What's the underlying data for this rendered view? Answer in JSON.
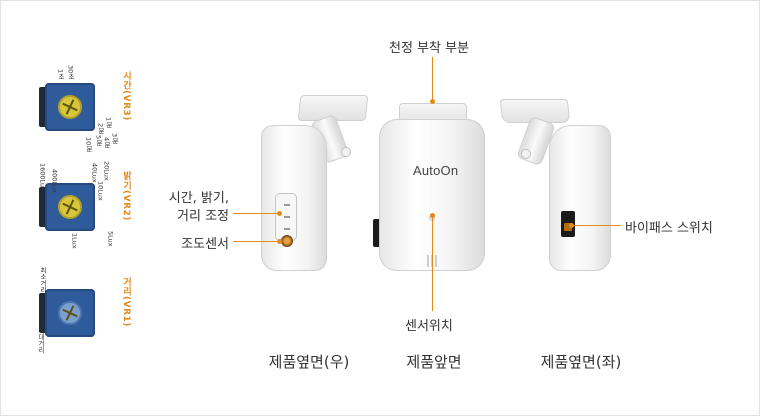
{
  "dials": [
    {
      "title": "시간(VR3)",
      "ticks": [
        "1초",
        "30초",
        "1분",
        "2분",
        "3분",
        "4분",
        "5분",
        "10분"
      ]
    },
    {
      "title": "밝기(VR2)",
      "ticks": [
        "1600Lux",
        "400Lux",
        "40Lux",
        "20Lux",
        "10Lux",
        "5Lux",
        "1Lux"
      ]
    },
    {
      "title": "거리(VR1)",
      "ticks": [
        "최소거리",
        "최대거리"
      ]
    }
  ],
  "devices": {
    "front": {
      "logo": "AutoOn"
    }
  },
  "callouts": {
    "ceiling_mount": "천정 부착 부분",
    "time_brightness": "시간, 밝기,",
    "distance_adjust": "거리 조정",
    "light_sensor": "조도센서",
    "bypass_switch": "바이패스 스위치",
    "sensor_position": "센서위치"
  },
  "captions": {
    "right_side": "제품옆면(우)",
    "front": "제품앞면",
    "left_side": "제품옆면(좌)"
  },
  "colors": {
    "accent": "#e48a1b",
    "dial_blue": "#2f5b9a",
    "knob_yellow": "#d8c63a"
  }
}
